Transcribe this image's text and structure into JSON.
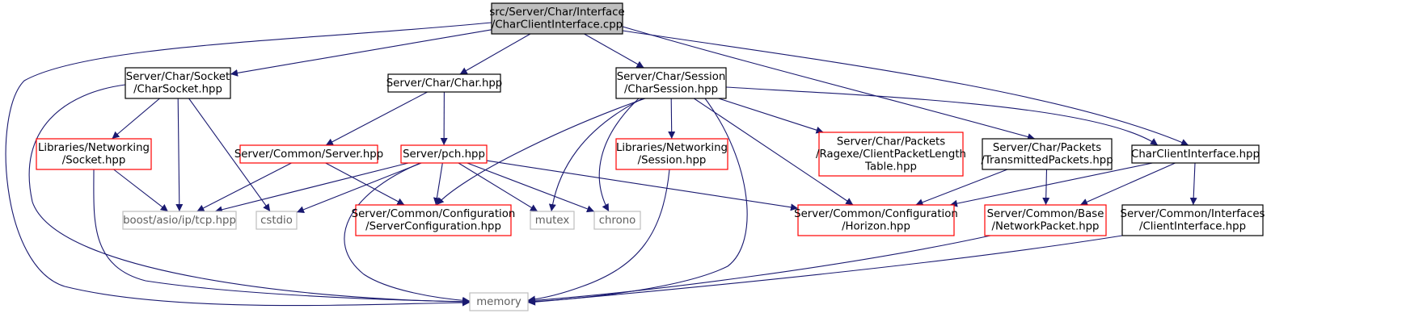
{
  "colors": {
    "edge": "#191970",
    "root_fill": "#bfbfbf",
    "border_default": "#000000",
    "border_red": "#ff0000",
    "border_gray": "#bfbfbf",
    "text_default": "#000000",
    "text_gray": "#606060"
  },
  "nodes": [
    {
      "id": "root",
      "lines": [
        "src/Server/Char/Interface",
        "/CharClientInterface.cpp"
      ],
      "style": "root"
    },
    {
      "id": "charsock",
      "lines": [
        "Server/Char/Socket",
        "/CharSocket.hpp"
      ],
      "style": "black"
    },
    {
      "id": "char",
      "lines": [
        "Server/Char/Char.hpp"
      ],
      "style": "black"
    },
    {
      "id": "charsess",
      "lines": [
        "Server/Char/Session",
        "/CharSession.hpp"
      ],
      "style": "black"
    },
    {
      "id": "libsock",
      "lines": [
        "Libraries/Networking",
        "/Socket.hpp"
      ],
      "style": "red"
    },
    {
      "id": "server",
      "lines": [
        "Server/Common/Server.hpp"
      ],
      "style": "red"
    },
    {
      "id": "pch",
      "lines": [
        "Server/pch.hpp"
      ],
      "style": "red"
    },
    {
      "id": "libsess",
      "lines": [
        "Libraries/Networking",
        "/Session.hpp"
      ],
      "style": "red"
    },
    {
      "id": "ragexe",
      "lines": [
        "Server/Char/Packets",
        "/Ragexe/ClientPacketLength",
        "Table.hpp"
      ],
      "style": "red"
    },
    {
      "id": "trans",
      "lines": [
        "Server/Char/Packets",
        "/TransmittedPackets.hpp"
      ],
      "style": "black"
    },
    {
      "id": "cci",
      "lines": [
        "CharClientInterface.hpp"
      ],
      "style": "black"
    },
    {
      "id": "tcp",
      "lines": [
        "boost/asio/ip/tcp.hpp"
      ],
      "style": "gray"
    },
    {
      "id": "cstdio",
      "lines": [
        "cstdio"
      ],
      "style": "gray"
    },
    {
      "id": "srvconf",
      "lines": [
        "Server/Common/Configuration",
        "/ServerConfiguration.hpp"
      ],
      "style": "red"
    },
    {
      "id": "mutex",
      "lines": [
        "mutex"
      ],
      "style": "gray"
    },
    {
      "id": "chrono",
      "lines": [
        "chrono"
      ],
      "style": "gray"
    },
    {
      "id": "horizon",
      "lines": [
        "Server/Common/Configuration",
        "/Horizon.hpp"
      ],
      "style": "red"
    },
    {
      "id": "netpkt",
      "lines": [
        "Server/Common/Base",
        "/NetworkPacket.hpp"
      ],
      "style": "red"
    },
    {
      "id": "clientif",
      "lines": [
        "Server/Common/Interfaces",
        "/ClientInterface.hpp"
      ],
      "style": "black"
    },
    {
      "id": "memory",
      "lines": [
        "memory"
      ],
      "style": "gray"
    }
  ],
  "edges": [
    {
      "from": "root",
      "to": "memory"
    },
    {
      "from": "root",
      "to": "charsock"
    },
    {
      "from": "root",
      "to": "char"
    },
    {
      "from": "root",
      "to": "charsess"
    },
    {
      "from": "root",
      "to": "trans"
    },
    {
      "from": "root",
      "to": "cci"
    },
    {
      "from": "charsock",
      "to": "memory"
    },
    {
      "from": "charsock",
      "to": "libsock"
    },
    {
      "from": "charsock",
      "to": "tcp"
    },
    {
      "from": "charsock",
      "to": "cstdio"
    },
    {
      "from": "libsock",
      "to": "tcp"
    },
    {
      "from": "libsock",
      "to": "memory"
    },
    {
      "from": "char",
      "to": "server"
    },
    {
      "from": "char",
      "to": "pch"
    },
    {
      "from": "server",
      "to": "tcp"
    },
    {
      "from": "server",
      "to": "srvconf"
    },
    {
      "from": "pch",
      "to": "tcp"
    },
    {
      "from": "pch",
      "to": "cstdio"
    },
    {
      "from": "pch",
      "to": "srvconf"
    },
    {
      "from": "pch",
      "to": "mutex"
    },
    {
      "from": "pch",
      "to": "chrono"
    },
    {
      "from": "pch",
      "to": "horizon"
    },
    {
      "from": "pch",
      "to": "memory"
    },
    {
      "from": "charsess",
      "to": "srvconf"
    },
    {
      "from": "charsess",
      "to": "mutex"
    },
    {
      "from": "charsess",
      "to": "chrono"
    },
    {
      "from": "charsess",
      "to": "libsess"
    },
    {
      "from": "charsess",
      "to": "memory"
    },
    {
      "from": "charsess",
      "to": "horizon"
    },
    {
      "from": "charsess",
      "to": "ragexe"
    },
    {
      "from": "charsess",
      "to": "cci"
    },
    {
      "from": "libsess",
      "to": "memory"
    },
    {
      "from": "trans",
      "to": "horizon"
    },
    {
      "from": "trans",
      "to": "netpkt"
    },
    {
      "from": "cci",
      "to": "horizon"
    },
    {
      "from": "cci",
      "to": "netpkt"
    },
    {
      "from": "cci",
      "to": "clientif"
    },
    {
      "from": "netpkt",
      "to": "memory"
    },
    {
      "from": "clientif",
      "to": "memory"
    }
  ]
}
